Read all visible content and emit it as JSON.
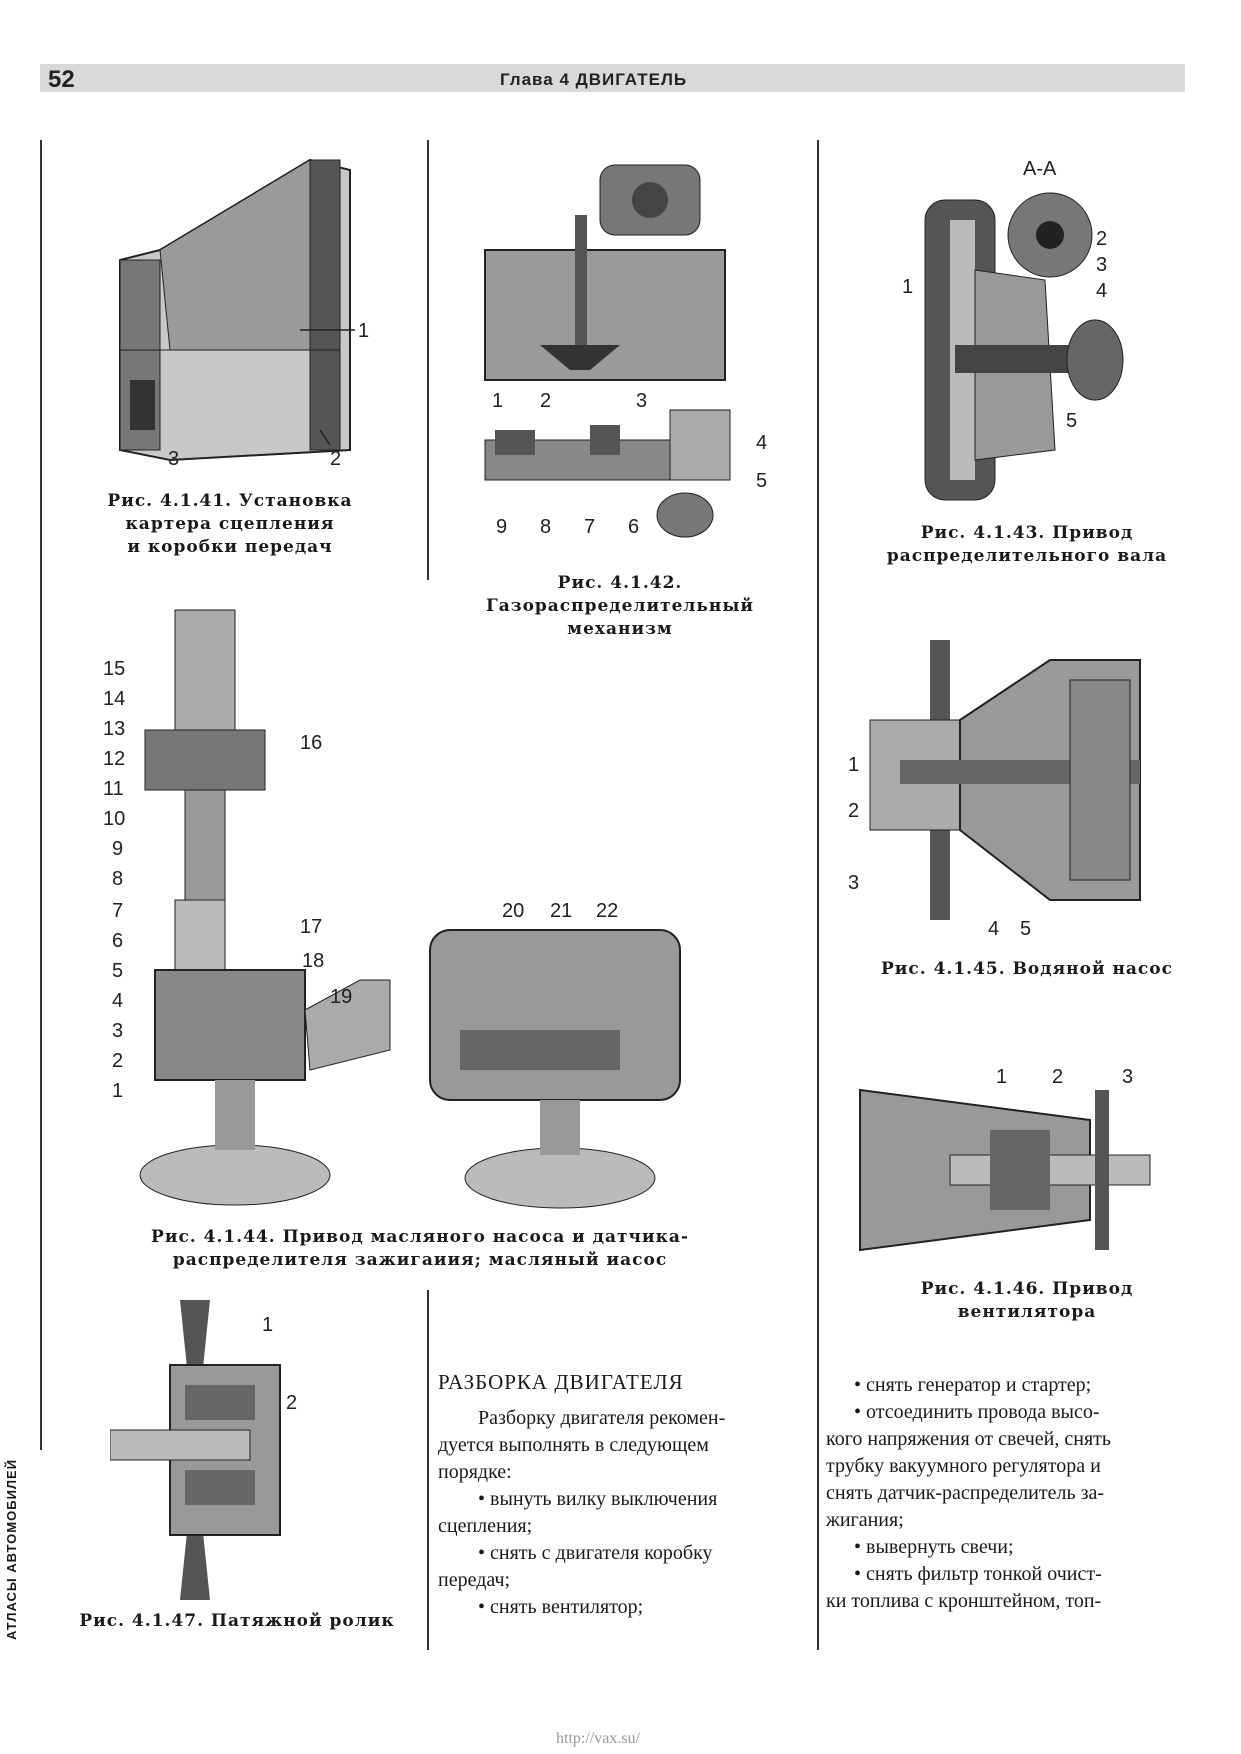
{
  "header": {
    "page_number": "52",
    "chapter": "Глава 4  ДВИГАТЕЛЬ"
  },
  "figures": {
    "f41": {
      "caption": [
        "Рис. 4.1.41. Установка",
        "картера сцепления",
        "и коробки передач"
      ],
      "callouts": [
        "1",
        "2",
        "3"
      ]
    },
    "f42": {
      "caption": [
        "Рис. 4.1.42.",
        "Газораспределительный",
        "механизм"
      ],
      "callouts": [
        "1",
        "2",
        "3",
        "4",
        "5",
        "6",
        "7",
        "8",
        "9"
      ]
    },
    "f43": {
      "caption": [
        "Рис. 4.1.43. Привод",
        "распределительного вала"
      ],
      "section_label": "А-А",
      "callouts": [
        "1",
        "2",
        "3",
        "4",
        "5"
      ]
    },
    "f44": {
      "caption": [
        "Рис. 4.1.44. Привод масляного насоса и датчика-",
        "распределителя зажигаиия; масляный иасос"
      ],
      "callouts": [
        "1",
        "2",
        "3",
        "4",
        "5",
        "6",
        "7",
        "8",
        "9",
        "10",
        "11",
        "12",
        "13",
        "14",
        "15",
        "16",
        "17",
        "18",
        "19",
        "20",
        "21",
        "22"
      ]
    },
    "f45": {
      "caption": [
        "Рис. 4.1.45. Водяной насос"
      ],
      "callouts": [
        "1",
        "2",
        "3",
        "4",
        "5"
      ]
    },
    "f46": {
      "caption": [
        "Рис. 4.1.46. Привод",
        "вентилятора"
      ],
      "callouts": [
        "1",
        "2",
        "3"
      ]
    },
    "f47": {
      "caption": [
        "Рис. 4.1.47. Патяжной ролик"
      ],
      "callouts": [
        "1",
        "2"
      ]
    }
  },
  "section": {
    "heading": "РАЗБОРКА ДВИГАТЕЛЯ",
    "col1": [
      "Разборку двигателя рекомен-",
      "дуется выполнять в следующем",
      "порядке:",
      "• вынуть вилку выключения",
      "сцепления;",
      "• снять с двигателя коробку",
      "передач;",
      "• снять вентилятор;"
    ],
    "col2": [
      "• снять генератор и стартер;",
      "• отсоединить провода высо-",
      "кого напряжения от свечей, снять",
      "трубку вакуумного регулятора и",
      "снять датчик-распределитель за-",
      "жигания;",
      "• вывернуть свечи;",
      "• снять фильтр тонкой очист-",
      "ки топлива с кронштейном, топ-"
    ]
  },
  "side_label": "АТЛАСЫ АВТОМОБИЛЕЙ",
  "footer": "http://vax.su/"
}
